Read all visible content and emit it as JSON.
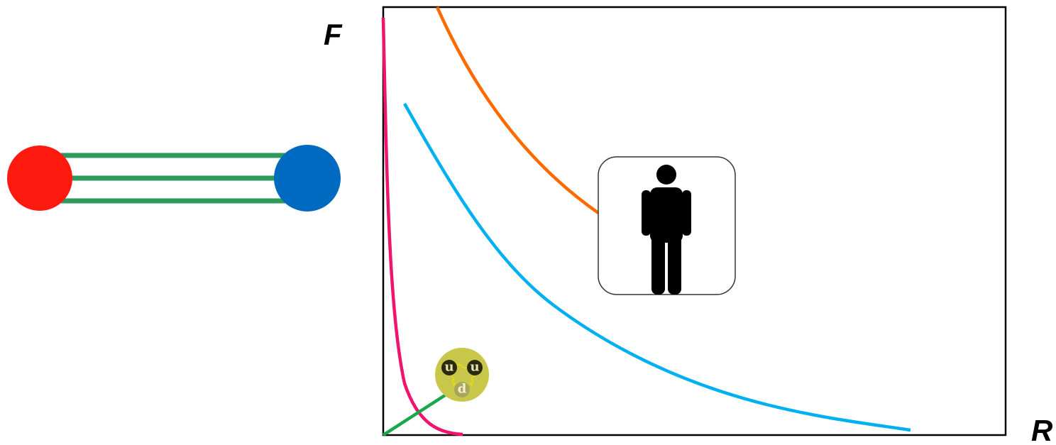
{
  "axes": {
    "y_label": "F",
    "x_label": "R"
  },
  "molecule": {
    "left_atom_color": "#ff1a10",
    "right_atom_color": "#006ac1",
    "bond_color": "#2e9a5c",
    "bond_count": 3
  },
  "curves": [
    {
      "id": "pink-curve",
      "color": "#f0146e"
    },
    {
      "id": "orange-curve",
      "color": "#ff6a00"
    },
    {
      "id": "cyan-curve",
      "color": "#00b0f0"
    },
    {
      "id": "green-line",
      "color": "#1aa64a"
    }
  ],
  "human_icon": {
    "icon": "person-icon",
    "figure_color": "#000000",
    "box_border_color": "#333333"
  },
  "proton_icon": {
    "icon": "proton-icon",
    "fill_color": "#c8c74a",
    "quarks": [
      "u",
      "u",
      "d"
    ],
    "gluon_color": "#e8e000"
  }
}
